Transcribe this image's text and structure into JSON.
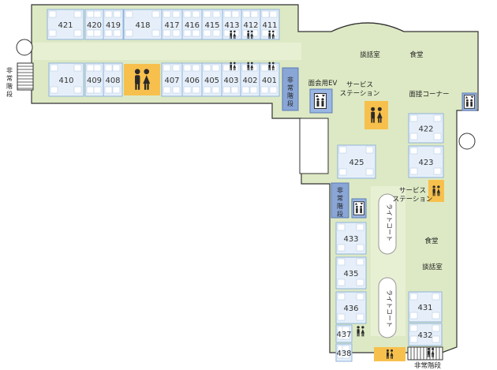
{
  "colors": {
    "floor": "#dde9c4",
    "room": "#e6eff9",
    "room_border": "#8fb3da",
    "bed": "#ffffff",
    "toilet": "#f7c04d",
    "stair": "#8aa6d6",
    "elevator": "#9ab6e2",
    "wall": "#333333"
  },
  "rooms_top": [
    "421",
    "420",
    "419",
    "418",
    "417",
    "416",
    "415",
    "413",
    "412",
    "411"
  ],
  "rooms_bottom": [
    "410",
    "409",
    "408",
    "407",
    "406",
    "405",
    "403",
    "402",
    "401"
  ],
  "rooms_right": [
    "422",
    "423",
    "425",
    "433",
    "435",
    "436",
    "437",
    "438",
    "431",
    "432"
  ],
  "labels": {
    "lounge_top": "談話室",
    "dining_top": "食堂",
    "elevator_label": "面会用EV",
    "service_station_top_l1": "サービス",
    "service_station_top_l2": "ステーション",
    "visiting_corner": "面接コーナー",
    "service_station_mid_l1": "サービス",
    "service_station_mid_l2": "ステーション",
    "light_court": "ライトコート",
    "dining_bottom": "食堂",
    "lounge_bottom": "談話室",
    "emergency_stairs": "非常階段"
  },
  "icons": {
    "toilet": "restroom-icon",
    "elevator": "elevator-icon",
    "stairs": "stairs-icon"
  }
}
